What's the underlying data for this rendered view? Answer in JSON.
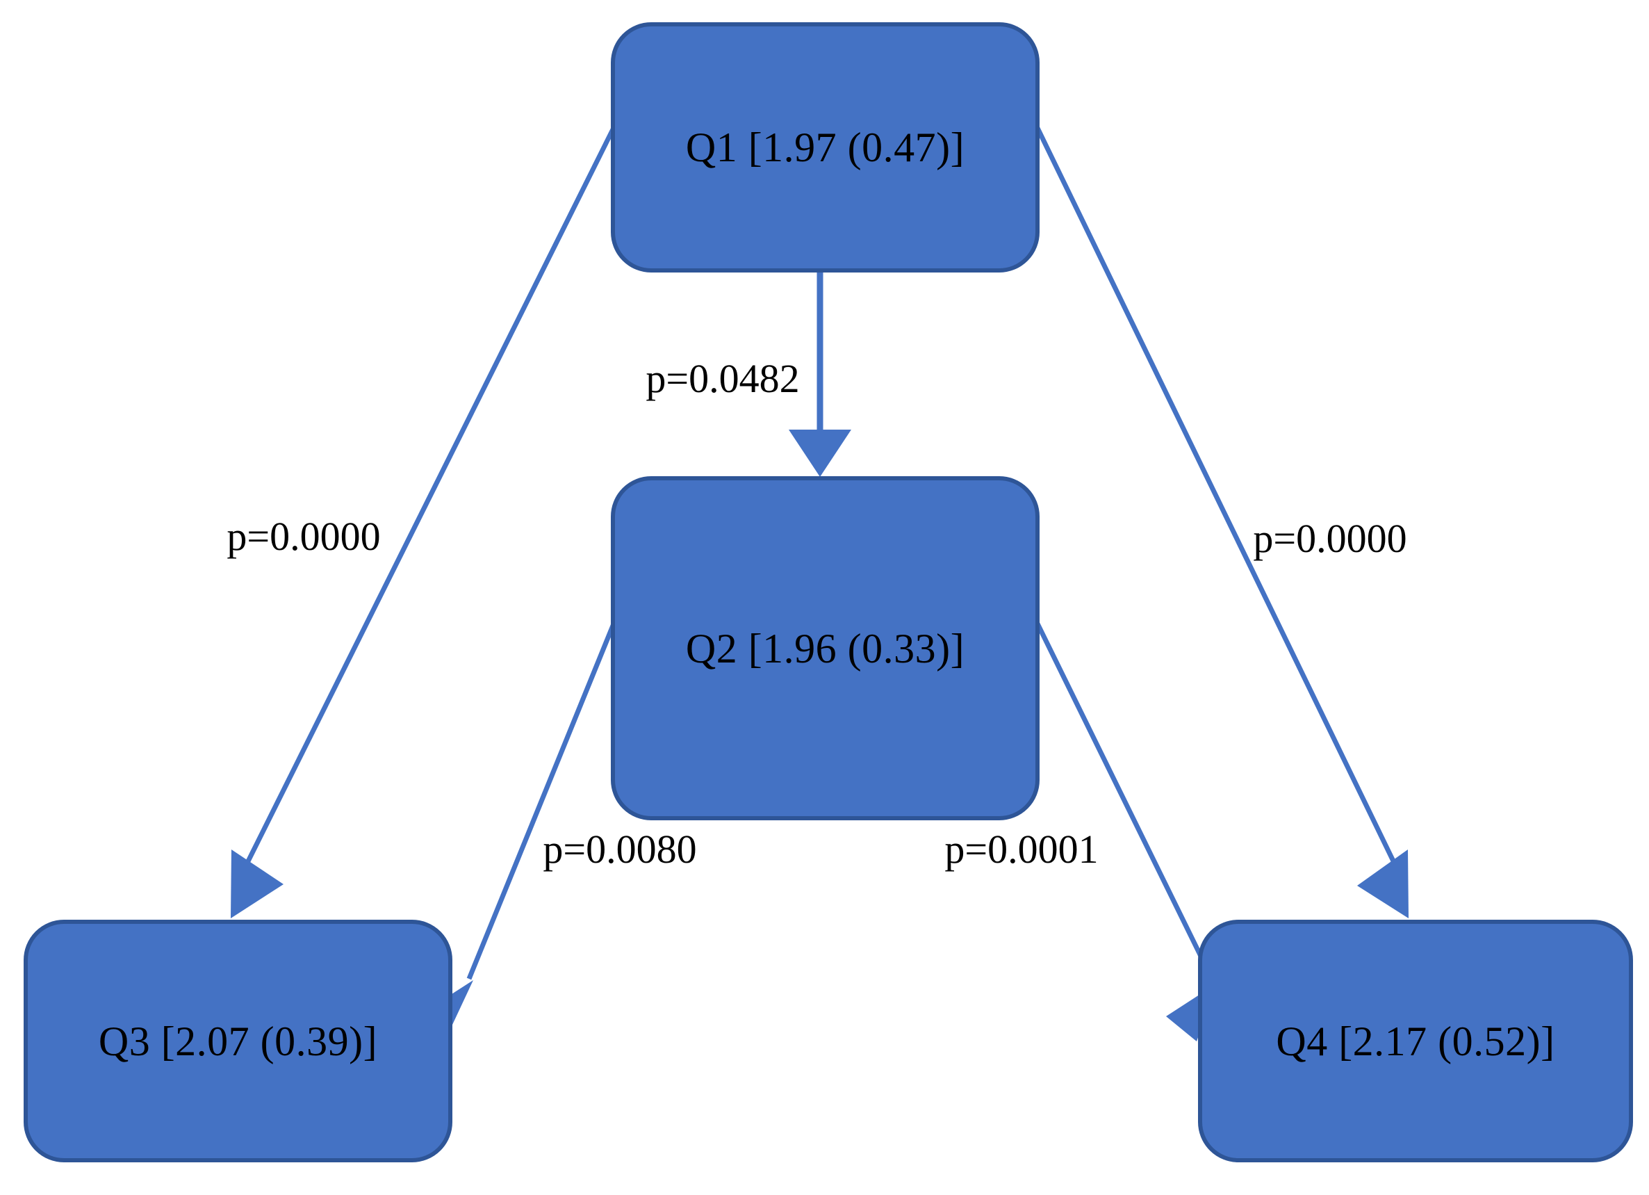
{
  "diagram": {
    "type": "path-diagram",
    "background_color": "#FFFFFF",
    "node_fill_color": "#4472C4",
    "node_border_color": "#2E5597",
    "edge_color": "#4472C4",
    "label_color": "#000000",
    "nodes": [
      {
        "id": "Q1",
        "label": "Q1 [1.97 (0.47)]",
        "mean": 1.97,
        "sd": 0.47
      },
      {
        "id": "Q2",
        "label": "Q2 [1.96 (0.33)]",
        "mean": 1.96,
        "sd": 0.33
      },
      {
        "id": "Q3",
        "label": "Q3 [2.07 (0.39)]",
        "mean": 2.07,
        "sd": 0.39
      },
      {
        "id": "Q4",
        "label": "Q4 [2.17 (0.52)]",
        "mean": 2.17,
        "sd": 0.52
      }
    ],
    "edges": [
      {
        "id": "q1q2",
        "from": "Q1",
        "to": "Q2",
        "label": "p=0.0482",
        "p_value": 0.0482
      },
      {
        "id": "q1q3",
        "from": "Q1",
        "to": "Q3",
        "label": "p=0.0000",
        "p_value": 0.0
      },
      {
        "id": "q1q4",
        "from": "Q1",
        "to": "Q4",
        "label": "p=0.0000",
        "p_value": 0.0
      },
      {
        "id": "q2q3",
        "from": "Q2",
        "to": "Q3",
        "label": "p=0.0080",
        "p_value": 0.008
      },
      {
        "id": "q2q4",
        "from": "Q2",
        "to": "Q4",
        "label": "p=0.0001",
        "p_value": 0.0001
      }
    ]
  }
}
